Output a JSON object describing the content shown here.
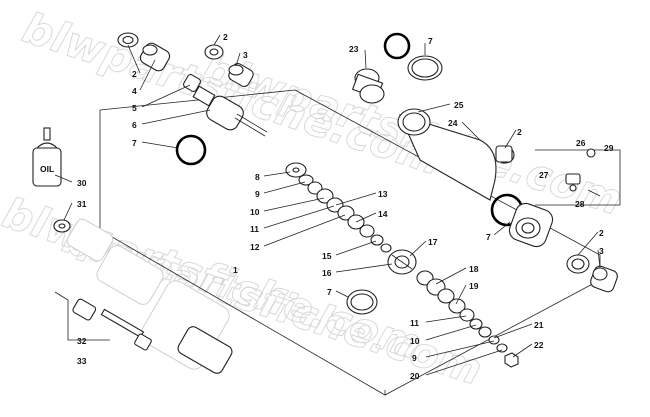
{
  "watermark": "blwpartsfiche.com",
  "oil_label": "OIL",
  "callouts": {
    "c1": "1",
    "c2a": "2",
    "c2b": "2",
    "c2c": "2",
    "c2d": "2",
    "c3a": "3",
    "c3b": "3",
    "c4": "4",
    "c5": "5",
    "c6": "6",
    "c7a": "7",
    "c7b": "7",
    "c7c": "7",
    "c7d": "7",
    "c8": "8",
    "c9a": "9",
    "c9b": "9",
    "c10a": "10",
    "c10b": "10",
    "c11a": "11",
    "c11b": "11",
    "c12": "12",
    "c13": "13",
    "c14": "14",
    "c15": "15",
    "c16": "16",
    "c17": "17",
    "c18": "18",
    "c19": "19",
    "c20": "20",
    "c21": "21",
    "c22": "22",
    "c23": "23",
    "c24": "24",
    "c25": "25",
    "c26": "26",
    "c27": "27",
    "c28": "28",
    "c29": "29",
    "c30": "30",
    "c31": "31",
    "c32": "32",
    "c33": "33"
  }
}
